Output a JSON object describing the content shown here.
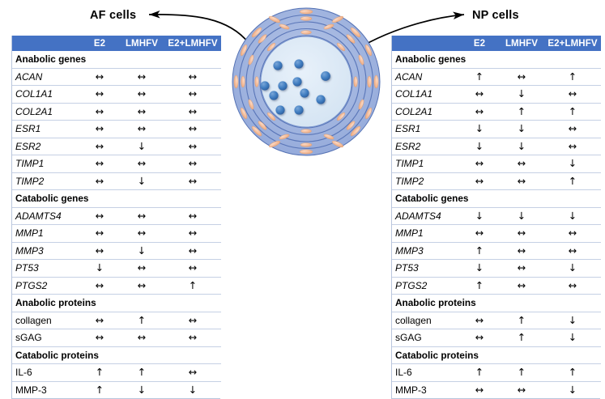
{
  "figure": {
    "type": "schematic-table-figure",
    "background_color": "#ffffff",
    "accent_color": "#4472c4",
    "border_color": "#b9c6dd"
  },
  "callouts": {
    "left": {
      "label": "AF cells",
      "arrow": "arrow-left",
      "points_to": "annulus-fibrosus"
    },
    "right": {
      "label": "NP cells",
      "arrow": "arrow-right",
      "points_to": "nucleus-pulposus"
    }
  },
  "diagram": {
    "name": "intervertebral-disc-cross-section",
    "ring_color": "#9fb4df",
    "ring_line_color": "#4a63a8",
    "nucleus_color": "#dce9f5",
    "np_cell_color": "#3f7cc0",
    "af_cell_color": "#f0bb9a",
    "ring_count": 4,
    "np_cell_count": 11
  },
  "columns": [
    "",
    "E2",
    "LMHFV",
    "E2+LMHFV"
  ],
  "tables": [
    {
      "id": "af",
      "title": "AF cells",
      "rows": [
        {
          "kind": "section",
          "label": "Anabolic genes"
        },
        {
          "kind": "gene",
          "label": "ACAN",
          "values": [
            "↔",
            "↔",
            "↔"
          ]
        },
        {
          "kind": "gene",
          "label": "COL1A1",
          "values": [
            "↔",
            "↔",
            "↔"
          ]
        },
        {
          "kind": "gene",
          "label": "COL2A1",
          "values": [
            "↔",
            "↔",
            "↔"
          ]
        },
        {
          "kind": "gene",
          "label": "ESR1",
          "values": [
            "↔",
            "↔",
            "↔"
          ]
        },
        {
          "kind": "gene",
          "label": "ESR2",
          "values": [
            "↔",
            "↓",
            "↔"
          ]
        },
        {
          "kind": "gene",
          "label": "TIMP1",
          "values": [
            "↔",
            "↔",
            "↔"
          ]
        },
        {
          "kind": "gene",
          "label": "TIMP2",
          "values": [
            "↔",
            "↓",
            "↔"
          ]
        },
        {
          "kind": "section",
          "label": "Catabolic genes"
        },
        {
          "kind": "gene",
          "label": "ADAMTS4",
          "values": [
            "↔",
            "↔",
            "↔"
          ]
        },
        {
          "kind": "gene",
          "label": "MMP1",
          "values": [
            "↔",
            "↔",
            "↔"
          ]
        },
        {
          "kind": "gene",
          "label": "MMP3",
          "values": [
            "↔",
            "↓",
            "↔"
          ]
        },
        {
          "kind": "gene",
          "label": "PT53",
          "values": [
            "↓",
            "↔",
            "↔"
          ]
        },
        {
          "kind": "gene",
          "label": "PTGS2",
          "values": [
            "↔",
            "↔",
            "↑"
          ]
        },
        {
          "kind": "section",
          "label": "Anabolic proteins"
        },
        {
          "kind": "plain",
          "label": "collagen",
          "values": [
            "↔",
            "↑",
            "↔"
          ]
        },
        {
          "kind": "plain",
          "label": "sGAG",
          "values": [
            "↔",
            "↔",
            "↔"
          ]
        },
        {
          "kind": "section",
          "label": "Catabolic proteins"
        },
        {
          "kind": "plain",
          "label": "IL-6",
          "values": [
            "↑",
            "↑",
            "↔"
          ]
        },
        {
          "kind": "plain",
          "label": "MMP-3",
          "values": [
            "↑",
            "↓",
            "↓"
          ]
        }
      ]
    },
    {
      "id": "np",
      "title": "NP cells",
      "rows": [
        {
          "kind": "section",
          "label": "Anabolic genes"
        },
        {
          "kind": "gene",
          "label": "ACAN",
          "values": [
            "↑",
            "↔",
            "↑"
          ]
        },
        {
          "kind": "gene",
          "label": "COL1A1",
          "values": [
            "↔",
            "↓",
            "↔"
          ]
        },
        {
          "kind": "gene",
          "label": "COL2A1",
          "values": [
            "↔",
            "↑",
            "↑"
          ]
        },
        {
          "kind": "gene",
          "label": "ESR1",
          "values": [
            "↓",
            "↓",
            "↔"
          ]
        },
        {
          "kind": "gene",
          "label": "ESR2",
          "values": [
            "↓",
            "↓",
            "↔"
          ]
        },
        {
          "kind": "gene",
          "label": "TIMP1",
          "values": [
            "↔",
            "↔",
            "↓"
          ]
        },
        {
          "kind": "gene",
          "label": "TIMP2",
          "values": [
            "↔",
            "↔",
            "↑"
          ]
        },
        {
          "kind": "section",
          "label": "Catabolic genes"
        },
        {
          "kind": "gene",
          "label": "ADAMTS4",
          "values": [
            "↓",
            "↓",
            "↓"
          ]
        },
        {
          "kind": "gene",
          "label": "MMP1",
          "values": [
            "↔",
            "↔",
            "↔"
          ]
        },
        {
          "kind": "gene",
          "label": "MMP3",
          "values": [
            "↑",
            "↔",
            "↔"
          ]
        },
        {
          "kind": "gene",
          "label": "PT53",
          "values": [
            "↓",
            "↔",
            "↓"
          ]
        },
        {
          "kind": "gene",
          "label": "PTGS2",
          "values": [
            "↑",
            "↔",
            "↔"
          ]
        },
        {
          "kind": "section",
          "label": "Anabolic proteins"
        },
        {
          "kind": "plain",
          "label": "collagen",
          "values": [
            "↔",
            "↑",
            "↓"
          ]
        },
        {
          "kind": "plain",
          "label": "sGAG",
          "values": [
            "↔",
            "↑",
            "↓"
          ]
        },
        {
          "kind": "section",
          "label": "Catabolic proteins"
        },
        {
          "kind": "plain",
          "label": "IL-6",
          "values": [
            "↑",
            "↑",
            "↑"
          ]
        },
        {
          "kind": "plain",
          "label": "MMP-3",
          "values": [
            "↔",
            "↔",
            "↓"
          ]
        }
      ]
    }
  ]
}
